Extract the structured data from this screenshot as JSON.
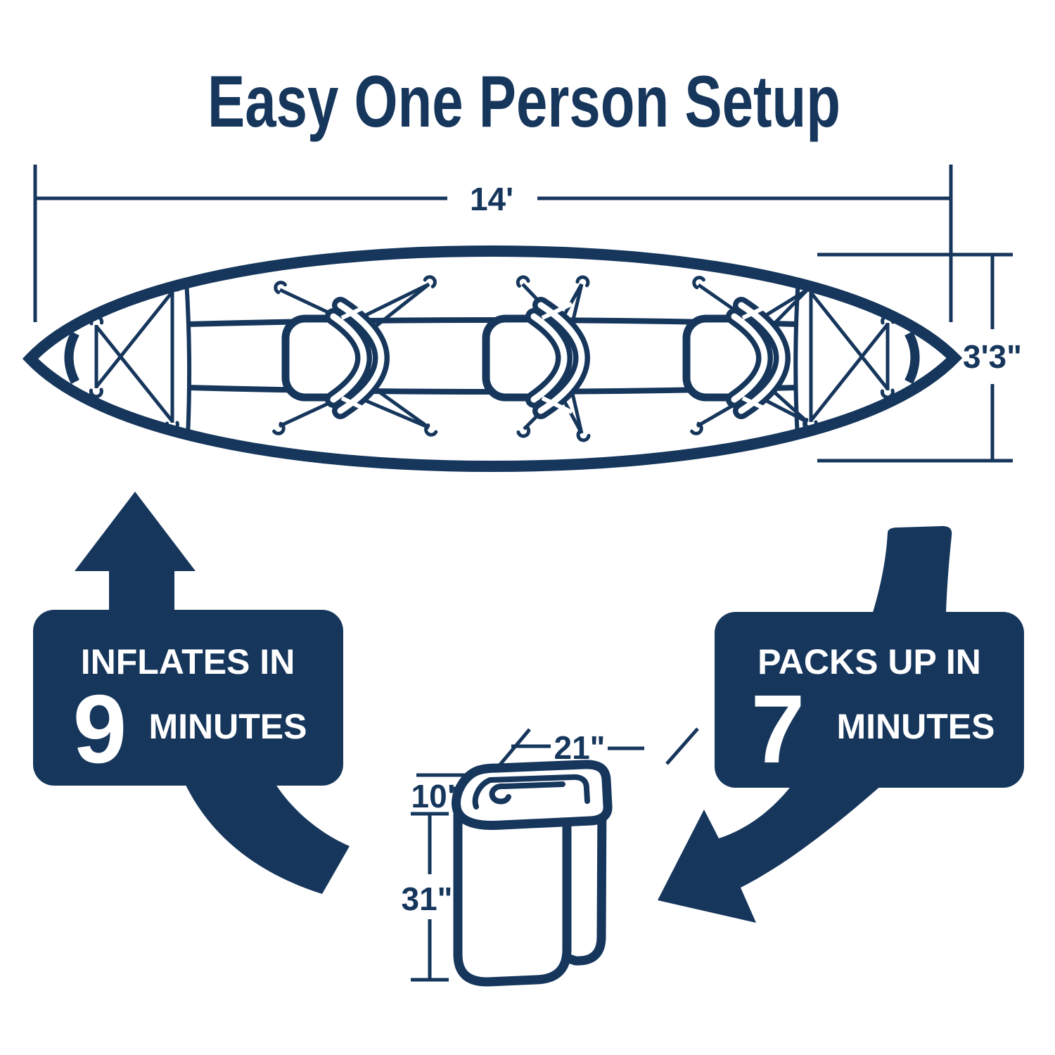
{
  "title": "Easy One Person Setup",
  "colors": {
    "navy": "#16365c",
    "background": "#ffffff",
    "badge_text": "#ffffff"
  },
  "kayak_diagram": {
    "length_label": "14'",
    "beam_label": "3'3\"",
    "seat_count": 3
  },
  "badge_inflate": {
    "line1": "INFLATES IN",
    "number": "9",
    "unit": "MINUTES"
  },
  "badge_pack": {
    "line1": "PACKS UP IN",
    "number": "7",
    "unit": "MINUTES"
  },
  "packed_diagram": {
    "width_label": "21\"",
    "depth_label": "10\"",
    "height_label": "31\""
  }
}
